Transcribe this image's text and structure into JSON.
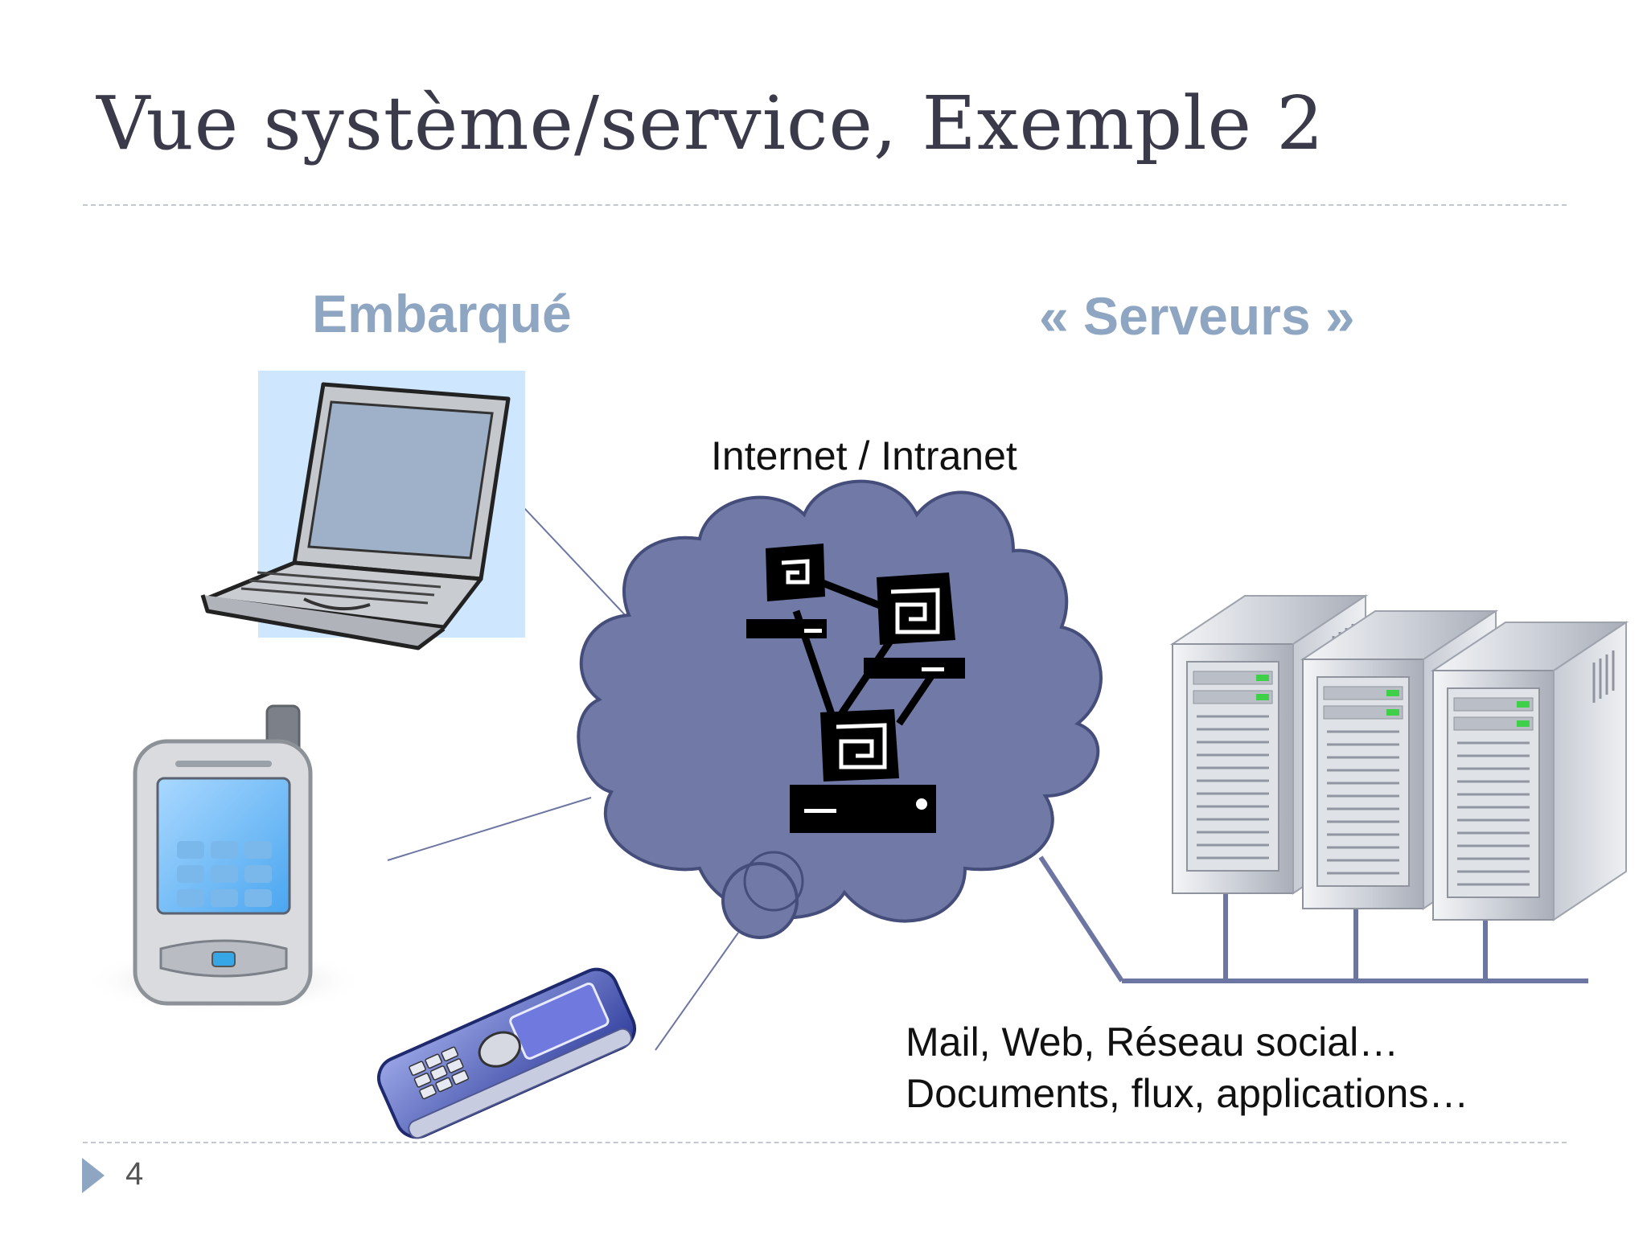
{
  "slide": {
    "title": "Vue système/service, Exemple 2",
    "page_number": "4"
  },
  "labels": {
    "embarque": "Embarqué",
    "serveurs": "« Serveurs »",
    "network": "Internet / Intranet",
    "services_line1": "Mail, Web, Réseau social…",
    "services_line2": "Documents, flux, applications…"
  },
  "colors": {
    "cloud": "#717aa6",
    "group_label": "#8fa6c2",
    "connector": "#6d76a2",
    "laptop_background": "#cfe6ff"
  },
  "icons": [
    "laptop-icon",
    "pda-phone-icon",
    "mobile-phone-icon",
    "networked-computers-icon",
    "server-icon"
  ]
}
